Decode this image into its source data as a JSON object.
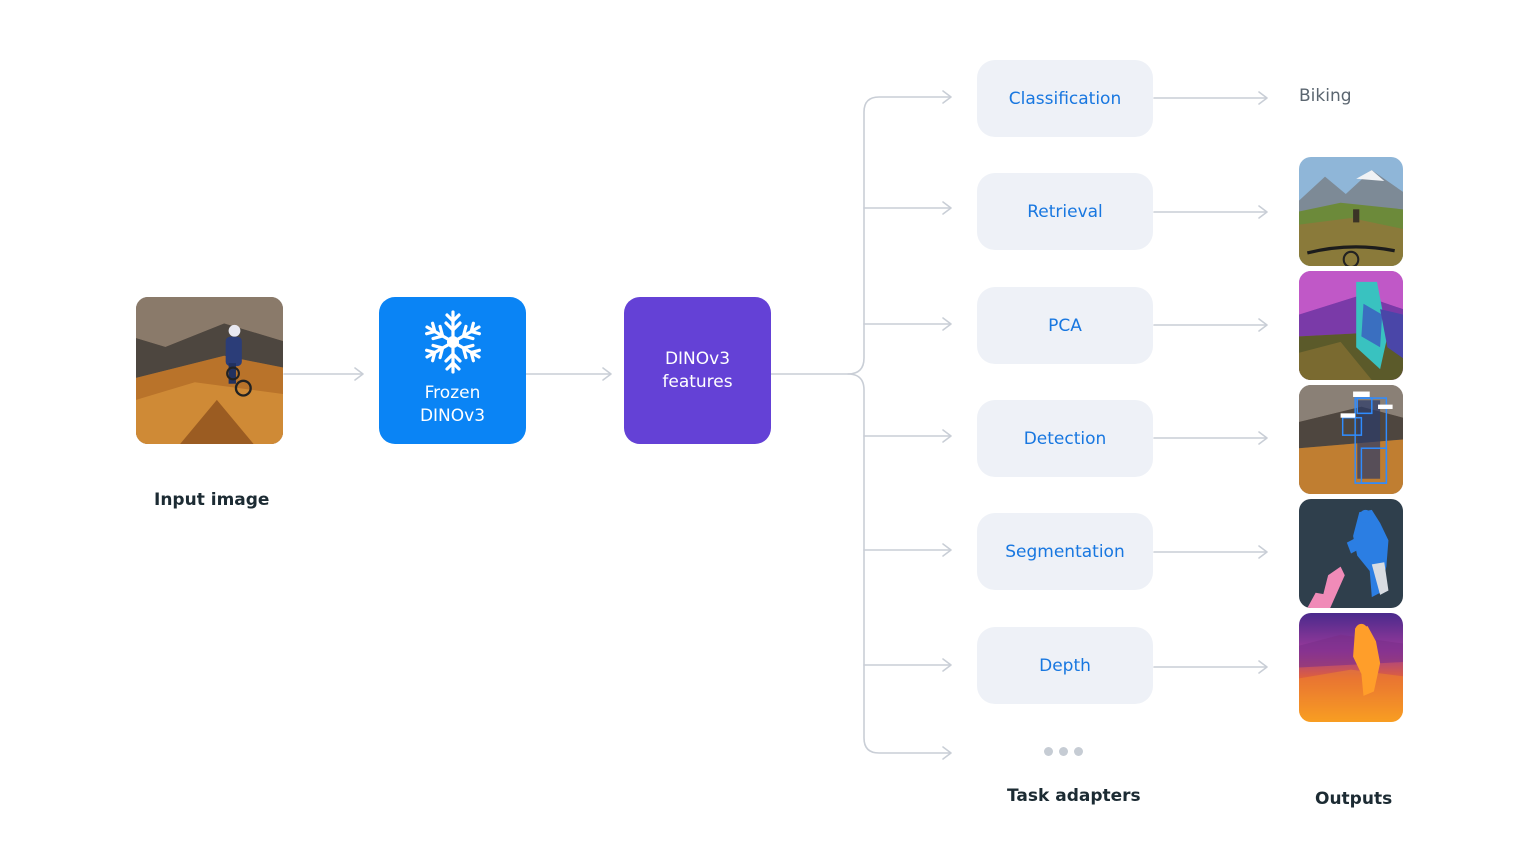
{
  "input": {
    "caption": "Input image"
  },
  "encoder": {
    "label_line1": "Frozen",
    "label_line2": "DINOv3",
    "icon": "snowflake-icon",
    "color": "#0a84f5"
  },
  "features": {
    "label_line1": "DINOv3",
    "label_line2": "features",
    "color": "#6441d6"
  },
  "adapters": {
    "caption": "Task adapters",
    "items": [
      {
        "label": "Classification"
      },
      {
        "label": "Retrieval"
      },
      {
        "label": "PCA"
      },
      {
        "label": "Detection"
      },
      {
        "label": "Segmentation"
      },
      {
        "label": "Depth"
      }
    ],
    "more_icon": "ellipsis-icon"
  },
  "outputs": {
    "caption": "Outputs",
    "classification_text": "Biking"
  }
}
